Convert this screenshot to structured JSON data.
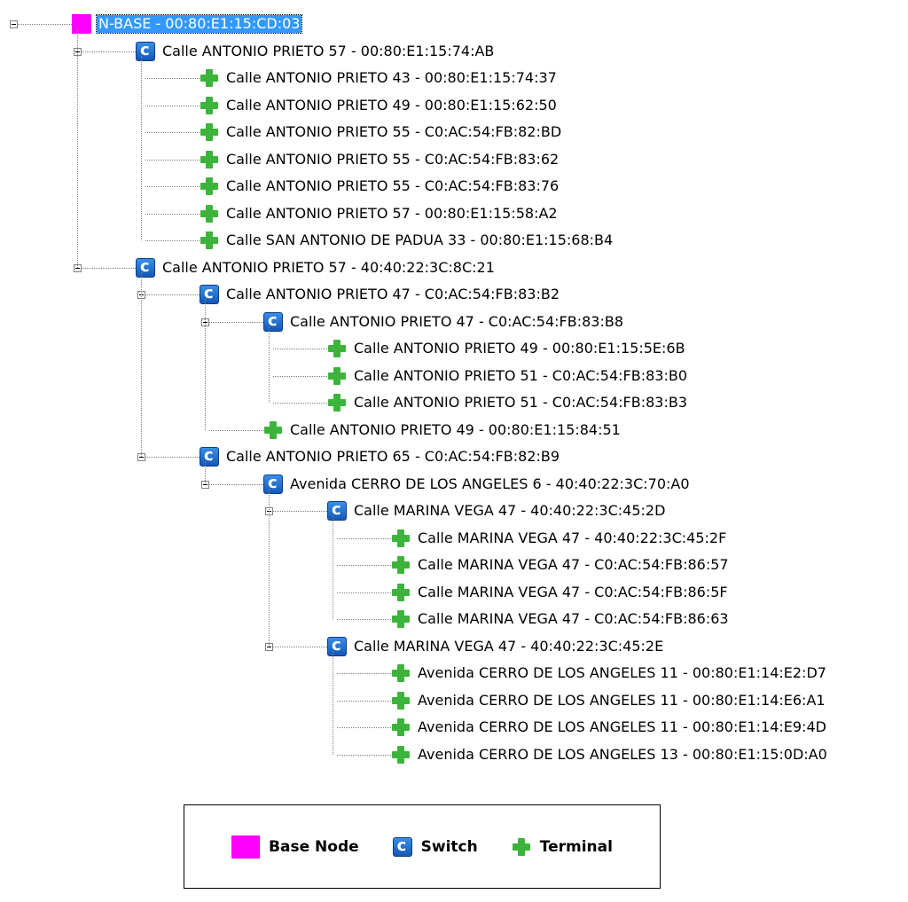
{
  "colors": {
    "base": "#ff00ff",
    "switch": "#1f6fd1",
    "terminal": "#3cb43c",
    "selection": "#3399ff"
  },
  "tree": [
    {
      "label": "N-BASE - 00:80:E1:15:CD:03",
      "icon": "base-node-icon",
      "selected": true,
      "children": [
        {
          "label": "Calle ANTONIO PRIETO 57 - 00:80:E1:15:74:AB",
          "icon": "switch-icon",
          "children": [
            {
              "label": "Calle ANTONIO PRIETO 43 - 00:80:E1:15:74:37",
              "icon": "terminal-icon"
            },
            {
              "label": "Calle ANTONIO PRIETO 49 - 00:80:E1:15:62:50",
              "icon": "terminal-icon"
            },
            {
              "label": "Calle ANTONIO PRIETO 55 - C0:AC:54:FB:82:BD",
              "icon": "terminal-icon"
            },
            {
              "label": "Calle ANTONIO PRIETO 55 - C0:AC:54:FB:83:62",
              "icon": "terminal-icon"
            },
            {
              "label": "Calle ANTONIO PRIETO 55 - C0:AC:54:FB:83:76",
              "icon": "terminal-icon"
            },
            {
              "label": "Calle ANTONIO PRIETO 57 - 00:80:E1:15:58:A2",
              "icon": "terminal-icon"
            },
            {
              "label": "Calle SAN ANTONIO DE PADUA 33 - 00:80:E1:15:68:B4",
              "icon": "terminal-icon"
            }
          ]
        },
        {
          "label": "Calle ANTONIO PRIETO 57 - 40:40:22:3C:8C:21",
          "icon": "switch-icon",
          "children": [
            {
              "label": "Calle ANTONIO PRIETO 47 - C0:AC:54:FB:83:B2",
              "icon": "switch-icon",
              "children": [
                {
                  "label": "Calle ANTONIO PRIETO 47 - C0:AC:54:FB:83:B8",
                  "icon": "switch-icon",
                  "children": [
                    {
                      "label": "Calle ANTONIO PRIETO 49 - 00:80:E1:15:5E:6B",
                      "icon": "terminal-icon"
                    },
                    {
                      "label": "Calle ANTONIO PRIETO 51 - C0:AC:54:FB:83:B0",
                      "icon": "terminal-icon"
                    },
                    {
                      "label": "Calle ANTONIO PRIETO 51 - C0:AC:54:FB:83:B3",
                      "icon": "terminal-icon"
                    }
                  ]
                },
                {
                  "label": "Calle ANTONIO PRIETO 49 - 00:80:E1:15:84:51",
                  "icon": "terminal-icon"
                }
              ]
            },
            {
              "label": "Calle ANTONIO PRIETO 65 - C0:AC:54:FB:82:B9",
              "icon": "switch-icon",
              "children": [
                {
                  "label": "Avenida CERRO DE LOS ANGELES 6 - 40:40:22:3C:70:A0",
                  "icon": "switch-icon",
                  "children": [
                    {
                      "label": "Calle MARINA VEGA 47 - 40:40:22:3C:45:2D",
                      "icon": "switch-icon",
                      "children": [
                        {
                          "label": "Calle MARINA VEGA 47 - 40:40:22:3C:45:2F",
                          "icon": "terminal-icon"
                        },
                        {
                          "label": "Calle MARINA VEGA 47 - C0:AC:54:FB:86:57",
                          "icon": "terminal-icon"
                        },
                        {
                          "label": "Calle MARINA VEGA 47 - C0:AC:54:FB:86:5F",
                          "icon": "terminal-icon"
                        },
                        {
                          "label": "Calle MARINA VEGA 47 - C0:AC:54:FB:86:63",
                          "icon": "terminal-icon"
                        }
                      ]
                    },
                    {
                      "label": "Calle MARINA VEGA 47 - 40:40:22:3C:45:2E",
                      "icon": "switch-icon",
                      "children": [
                        {
                          "label": "Avenida CERRO DE LOS ANGELES 11 - 00:80:E1:14:E2:D7",
                          "icon": "terminal-icon"
                        },
                        {
                          "label": "Avenida CERRO DE LOS ANGELES 11 - 00:80:E1:14:E6:A1",
                          "icon": "terminal-icon"
                        },
                        {
                          "label": "Avenida CERRO DE LOS ANGELES 11 - 00:80:E1:14:E9:4D",
                          "icon": "terminal-icon"
                        },
                        {
                          "label": "Avenida CERRO DE LOS ANGELES 13 - 00:80:E1:15:0D:A0",
                          "icon": "terminal-icon"
                        }
                      ]
                    }
                  ]
                }
              ]
            }
          ]
        }
      ]
    }
  ],
  "legend": [
    {
      "icon": "base-node-icon",
      "label": "Base Node"
    },
    {
      "icon": "switch-icon",
      "label": "Switch"
    },
    {
      "icon": "terminal-icon",
      "label": "Terminal"
    }
  ]
}
